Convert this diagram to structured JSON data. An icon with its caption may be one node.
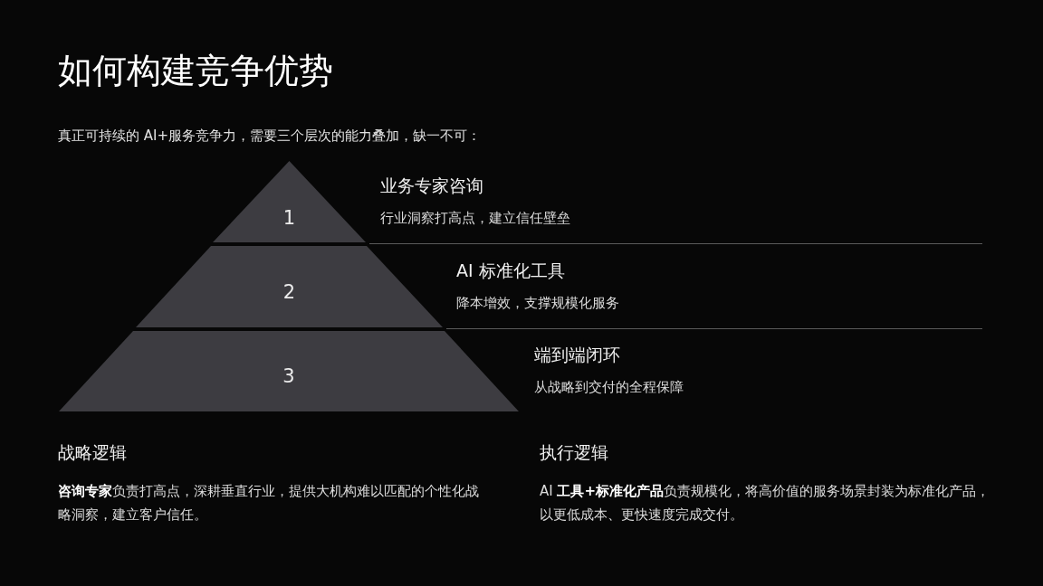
{
  "diagram": {
    "title": "如何构建竞争优势",
    "nodes": [
      {
        "text": [
          "1"
        ],
        "beside": [
          "业务专家咨询",
          "行业洞察打高点，建立信任壁垒"
        ]
      },
      {
        "text": [
          "2"
        ],
        "beside": [
          "AI 标准化工具",
          "降本增效，支撑规模化服务"
        ]
      },
      {
        "text": [
          "3"
        ],
        "beside": [
          "端到端闭环",
          "从战略到交付的全程保障"
        ]
      }
    ],
    "labels": [
      "真正可持续的 AI+服务竞争力，需要三个层次的能力叠加，缺一不可：",
      "战略逻辑",
      "**咨询专家**负责打高点，深耕垂直行业，提供大机构难以匹配的个性化战略洞察，建立客户信任。",
      "执行逻辑",
      "AI **工具+标准化产品**负责规模化，将高价值的服务场景封装为标准化产品，以更低成本、更快速度完成交付。"
    ]
  }
}
